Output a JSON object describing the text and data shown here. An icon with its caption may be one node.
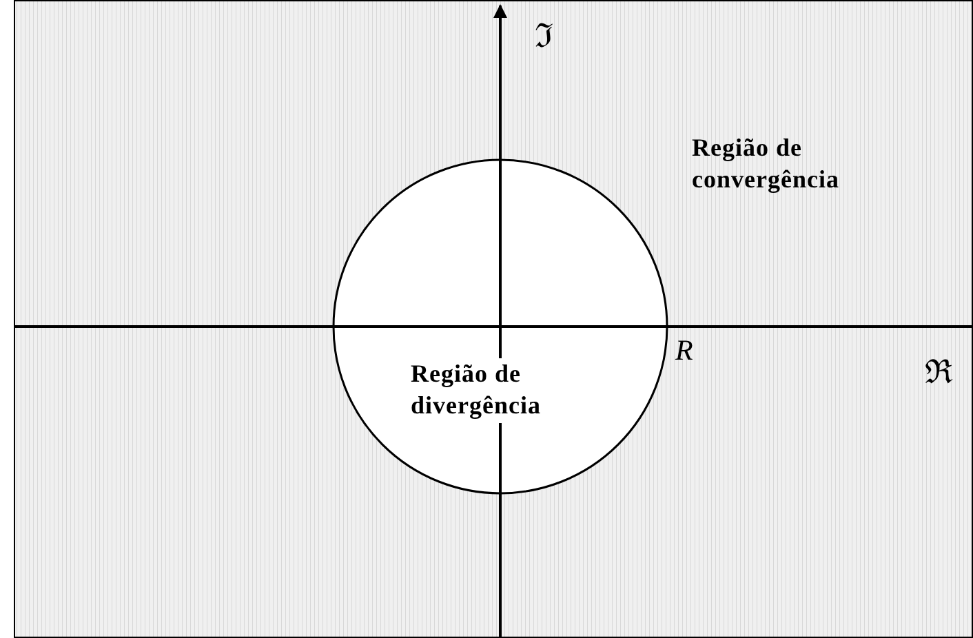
{
  "diagram": {
    "nodes": [
      {
        "text": [
          "Região de divergência"
        ]
      }
    ],
    "edges": [],
    "labels": [
      "ℑ",
      "Região de convergência",
      "R",
      "ℜ"
    ]
  }
}
